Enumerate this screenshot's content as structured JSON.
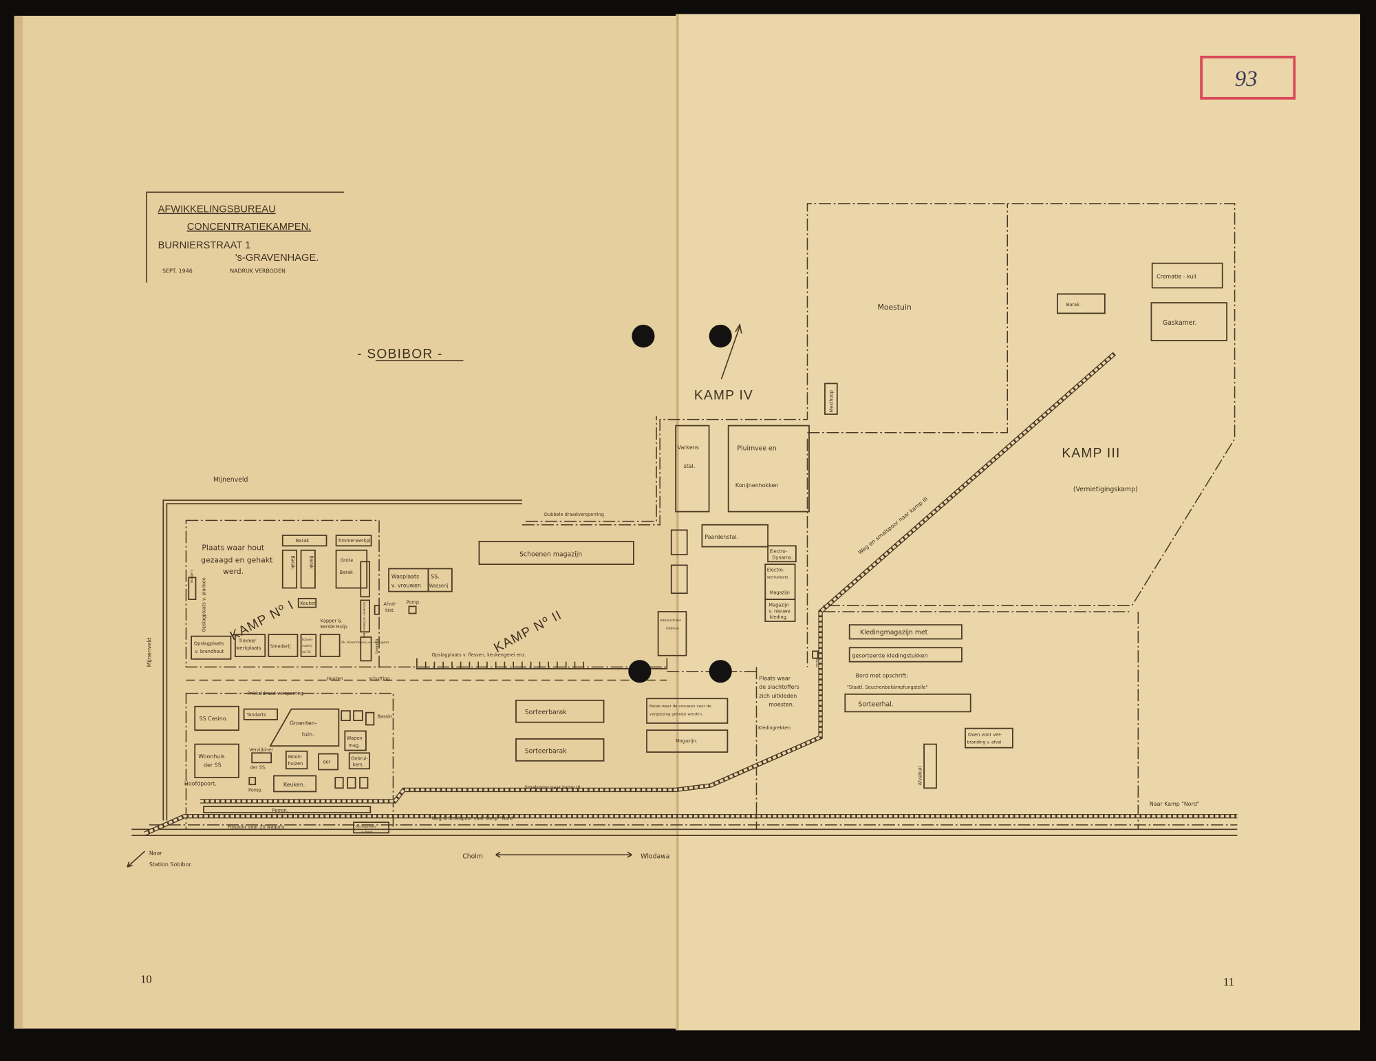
{
  "header": {
    "line1": "AFWIKKELINGSBUREAU",
    "line2": "CONCENTRATIEKAMPEN.",
    "line3": "BURNIERSTRAAT 1",
    "line4": "'s-GRAVENHAGE.",
    "date": "SEPT. 1946",
    "notice": "NADRUK VERBODEN"
  },
  "title": "- SOBIBOR -",
  "stamp": "93",
  "pages": {
    "left": "10",
    "right": "11"
  },
  "camps": {
    "kamp_i": "KAMP   Nº I",
    "kamp_ii": "KAMP   Nº II",
    "kamp_iii": "KAMP   III",
    "kamp_iii_sub": "(Vernietigingskamp)",
    "kamp_iv": "KAMP IV"
  },
  "labels": {
    "mijnenveld_top": "Mijnenveld",
    "mijnenveld_left": "Mijnenveld",
    "dubbele": "Dubbele draadversperring",
    "hout_1": "Plaats waar hout",
    "hout_2": "gezaagd en gehakt",
    "hout_3": "werd.",
    "opslag_planken": "Opslagplaats v. planken",
    "houten": "Houten",
    "schutting": "schutting",
    "prikkeldraad": "Prikkeldraad-versperring",
    "hoofdpoort": "Hoofdpoort.",
    "bassin": "Bassin",
    "rijspoor": "Rijspoor voor 20 wagons",
    "naar_station_1": "Naar",
    "naar_station_2": "Station Sobibor.",
    "cholm": "Cholm",
    "wlodawa": "Wlodawa",
    "smalspoor_iii": "Smalspoor naar kamp III",
    "weg_nord": "Weg & Smalspoor naar kamp \"Nord\"",
    "naar_nord": "Naar Kamp \"Nord\"",
    "weg_iii": "Weg en smalspoor naar kamp III",
    "flessen": "Opslagplaats v. flessen, keukengerei enz.",
    "moestuin": "Moestuin",
    "bord_1": "Bord met opschrift:",
    "bord_2": "\"Staatl. Seuchenbekämpfungstelle\"",
    "uitkleden_1": "Plaats waar",
    "uitkleden_2": "de slachtoffers",
    "uitkleden_3": "zich uitkleden",
    "uitkleden_4": "moesten.",
    "kledingrekken": "Kledingrekken",
    "afvalkist_1": "Afval-",
    "afvalkist_2": "kist.",
    "pomp": "Pomp.",
    "pomp2": "Pomp.",
    "kapper_1": "Kapper &",
    "kapper_2": "Eerste Hulp.",
    "kleermakerij": "Sk. Kleermakerij en Horlogem."
  },
  "buildings": {
    "barak_top": "Barak",
    "timmerwerkpl": "Timmerwerkpl.",
    "barak_v1": "Barak.",
    "barak_v2": "Barak",
    "grote_1": "Grote",
    "grote_2": "Barak",
    "keuken_i": "Keuken",
    "latrine": "Latrine",
    "schoenen_kleer": "Schoenen- en kleermakers",
    "bakkerij": "Bakkerij",
    "brandhout_1": "Opslagplaats",
    "brandhout_2": "v. brandhout",
    "timmer_1": "Timmer",
    "timmer_2": "werkplaats",
    "smederij": "Smederij",
    "schoenm_1": "Schoen-",
    "schoenm_2": "makerij",
    "schoenm_3": "der SS",
    "wasplaats_1": "Wasplaats",
    "wasplaats_2": "v. vrouwen",
    "wasserij_1": "SS.",
    "wasserij_2": "Wasserij",
    "schoenenmagazijn": "Schoenen magazijn",
    "ss_casino": "SS Casino.",
    "tandarts": "Tandarts",
    "groente_1": "Groenten-",
    "groente_2": "tuin.",
    "woonhuis_1": "Woonhuis",
    "woonhuis_2": "der SS",
    "verzijkiner": "Verzijkiner",
    "der_ss": "der SS.",
    "woonhuizen_1": "Woon-",
    "woonhuizen_2": "huizen",
    "der": "der",
    "gebruikers_1": "Gebrui-",
    "gebruikers_2": "kers.",
    "wapen_1": "Wapen",
    "wapen_2": "mag.",
    "keuken_ss": "Keuken.",
    "perron": "Perron.",
    "opslag_hout_1": "Opslagplaats",
    "opslag_hout_2": "v. hout",
    "varkens_1": "Varkens",
    "varkens_2": "stal.",
    "pluimvee_1": "Pluimvee   en",
    "pluimvee_2": "Konijnenhokken",
    "paardenstal": "Paardenstal.",
    "electro_dyn_1": "Electro-",
    "electro_dyn_2": "Dynamo.",
    "electro_w_1": "Electro-",
    "electro_w_2": "werkplaats",
    "magazijn_k": "Magazijn",
    "nieuwe_1": "Magazijn",
    "nieuwe_2": "v. nieuwe",
    "nieuwe_3": "kleding.",
    "admin_1": "Administratie",
    "admin_2": "Gebouw",
    "barak_vrouwen_1": "Barak waar de vrouwen voor de",
    "barak_vrouwen_2": "vergassing geknipt werden.",
    "magazijn_ii": "Magazijn.",
    "sorteer_1": "Sorteerbarak",
    "sorteer_2": "Sorteerbarak",
    "mesthoop": "Mesthoop",
    "barak_iii": "Barak.",
    "crematie": "Crematie - kuil",
    "gaskamer": "Gaskamer.",
    "kleding_1": "Kledingmagazijn   met",
    "kleding_2": "gesorteerde   kledingstukken",
    "sorteerhal": "Sorteerhal.",
    "oven_1": "Oven voor ver-",
    "oven_2": "branding v. afval",
    "afvalkuil": "Afvalkuil",
    "kassa": "Kassa"
  },
  "colors": {
    "paper": "#e8d3a6",
    "ink": "#4a3a24",
    "stamp": "#d84a5a",
    "background": "#0d0c0a"
  }
}
